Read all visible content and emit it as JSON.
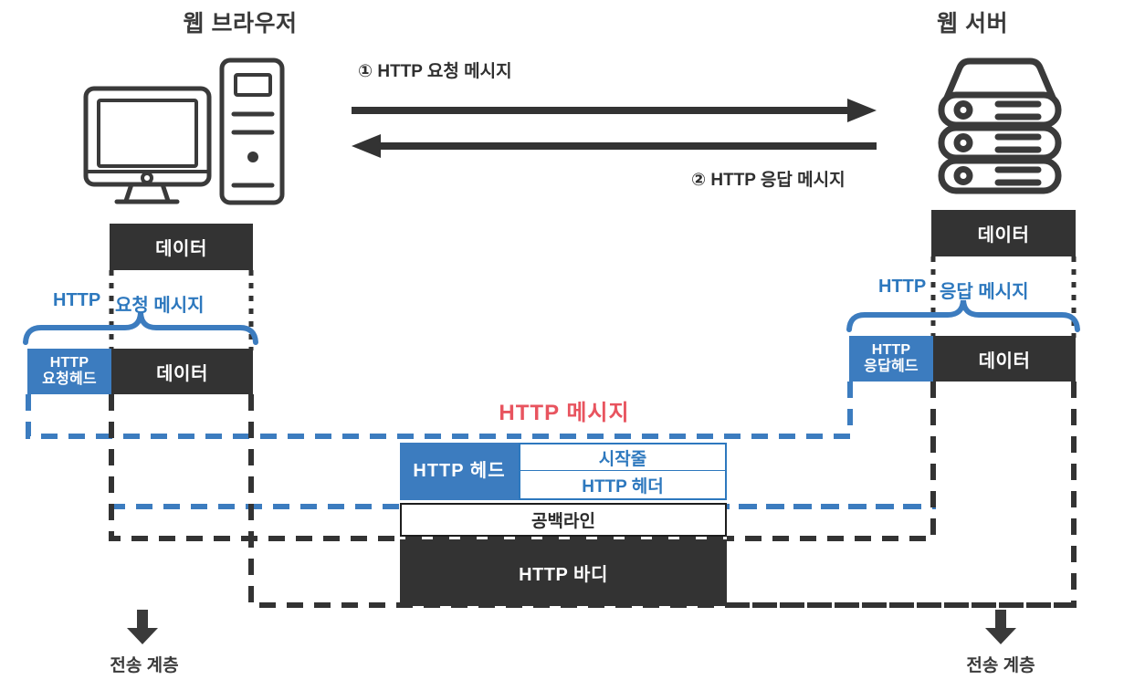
{
  "diagram": {
    "title_left": "웹 브라우저",
    "title_right": "웹 서버",
    "flow_request_label": "① HTTP 요청 메시지",
    "flow_response_label": "② HTTP 응답 메시지",
    "center_title": "HTTP  메시지",
    "colors": {
      "blue": "#3C7CBF",
      "blue_text": "#2D78BE",
      "dark": "#333333",
      "red": "#E8545F",
      "white": "#FFFFFF"
    },
    "left_stack": {
      "data_top": "데이터",
      "brace_label_a": "HTTP",
      "brace_label_b": "요청 메시지",
      "header_line1": "HTTP",
      "header_line2": "요청헤드",
      "data_bottom": "데이터"
    },
    "right_stack": {
      "data_top": "데이터",
      "brace_label_a": "HTTP",
      "brace_label_b": "응답 메시지",
      "header_line1": "HTTP",
      "header_line2": "응답헤드",
      "data_bottom": "데이터"
    },
    "message_struct": {
      "head": "HTTP  헤드",
      "start_line": "시작줄",
      "http_header": "HTTP 헤더",
      "blank_line": "공백라인",
      "body": "HTTP 바디"
    },
    "bottom": {
      "left_layer": "전송 계층",
      "right_layer": "전송 계층"
    },
    "icons": {
      "desktop": "desktop-computer-icon",
      "server": "server-stack-icon",
      "arrow_right": "arrow-right-icon",
      "arrow_left": "arrow-left-icon",
      "arrow_down": "arrow-down-icon",
      "brace": "curly-brace-icon"
    }
  }
}
